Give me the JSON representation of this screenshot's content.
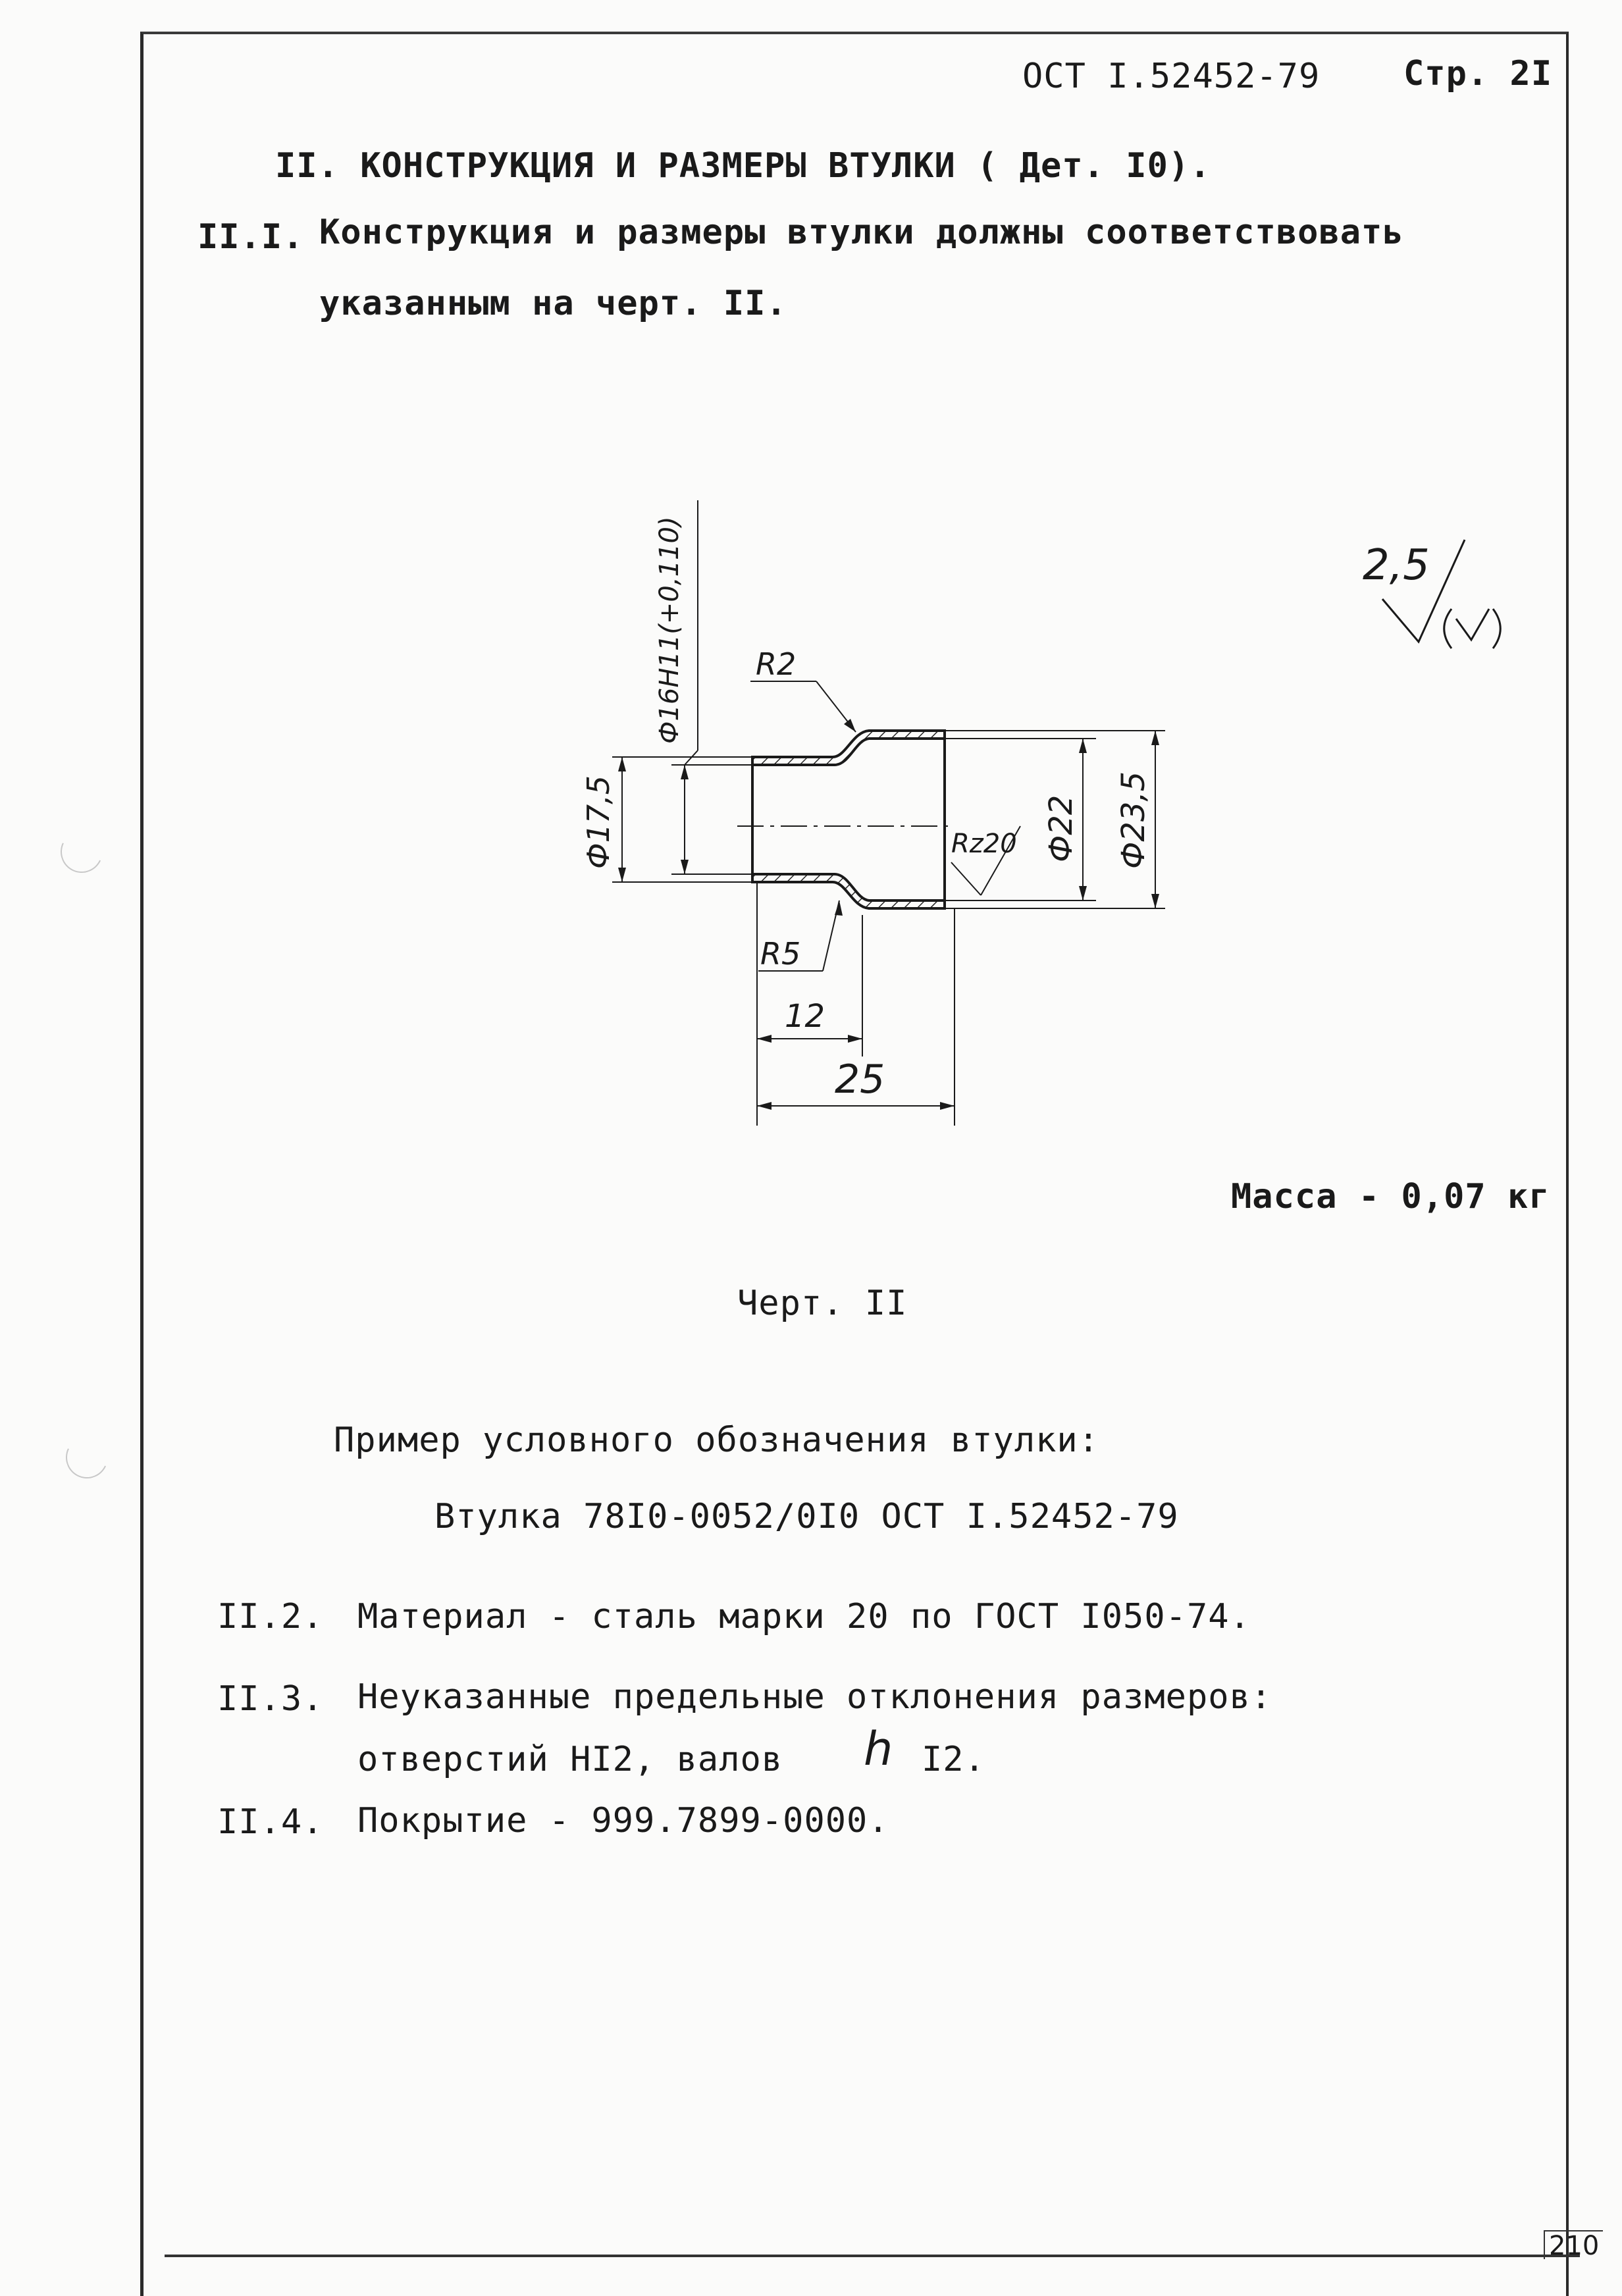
{
  "header": {
    "doc_code": "ОСТ  I.52452-79",
    "page_label": "Стр. 2I"
  },
  "section": {
    "title": "II. КОНСТРУКЦИЯ И РАЗМЕРЫ  ВТУЛКИ  ( Дет. I0).",
    "item_1_number": "II.I.",
    "item_1_line_1": "Конструкция и размеры втулки должны соответствовать",
    "item_1_line_2": "указанным на черт. II."
  },
  "drawing": {
    "dim_bore": "Ф16Н11(+0,110)",
    "dim_d175": "Ф17,5",
    "dim_d22": "Ф22",
    "dim_d235": "Ф23,5",
    "dim_r2": "R2",
    "dim_r5": "R5",
    "dim_rz": "Rz20",
    "dim_12": "12",
    "dim_25": "25",
    "roughness_value": "2,5",
    "caption": "Черт. II"
  },
  "mass": "Масса - 0,07 кг",
  "designation": {
    "label": "Пример условного обозначения втулки:",
    "value": "Втулка  78I0-0052/0I0   ОСТ I.52452-79"
  },
  "items": [
    {
      "number": "II.2.",
      "text": "Материал - сталь  марки  20 по ГОСТ I050-74."
    },
    {
      "number": "II.3.",
      "text": "Неуказанные предельные отклонения размеров:"
    },
    {
      "number": "II.4.",
      "text": "Покрытие -  999.7899-0000."
    }
  ],
  "item_3_line_2": {
    "part_a": "отверстий  НI2,  валов",
    "hand_letter": "h",
    "part_b": "I2."
  },
  "page_number": "210"
}
